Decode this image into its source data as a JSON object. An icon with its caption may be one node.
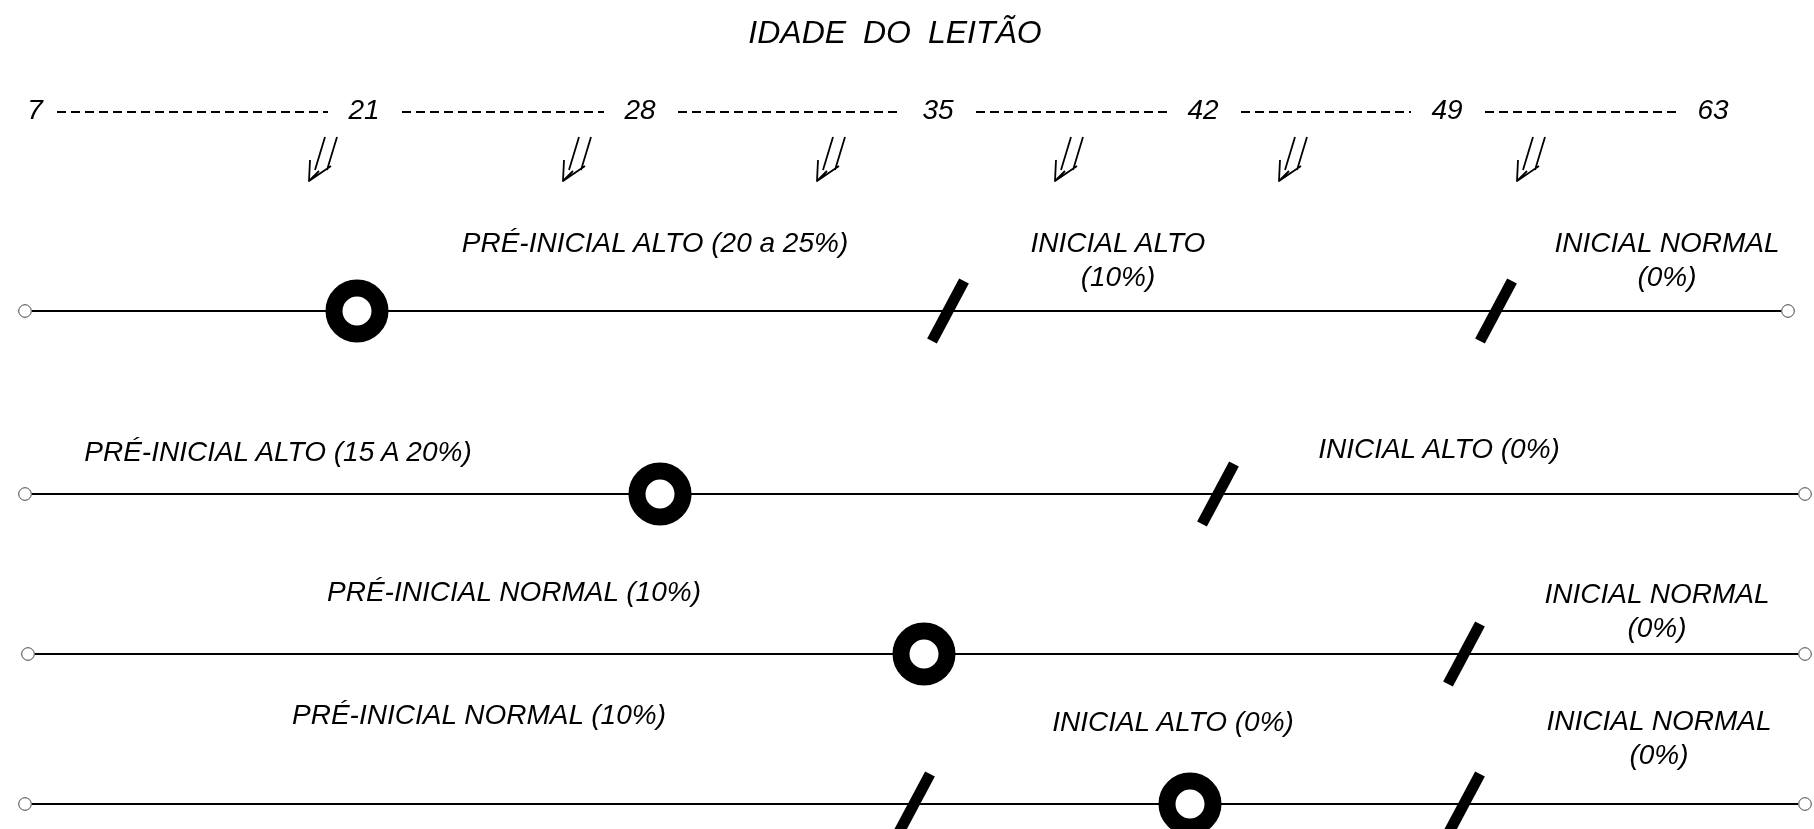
{
  "diagram": {
    "title": "IDADE DO LEITÃO",
    "nodes": [
      {
        "text": [],
        "shape": "circle"
      },
      {
        "text": [],
        "shape": "circle"
      },
      {
        "text": [],
        "shape": "circle"
      },
      {
        "text": [],
        "shape": "circle"
      },
      {
        "text": [],
        "shape": "circle"
      },
      {
        "text": [],
        "shape": "circle"
      },
      {
        "text": [],
        "shape": "circle"
      },
      {
        "text": [],
        "shape": "circle"
      }
    ],
    "edges": [
      {
        "from": 0,
        "to": 1,
        "arrow": "none"
      },
      {
        "from": 2,
        "to": 3,
        "arrow": "none"
      },
      {
        "from": 4,
        "to": 5,
        "arrow": "none"
      },
      {
        "from": 6,
        "to": 7,
        "arrow": "none"
      }
    ],
    "labels": [
      "7",
      "21",
      "28",
      "35",
      "42",
      "49",
      "63",
      "PRÉ-INICIAL ALTO (20 a 25%)",
      "INICIAL ALTO (10%)",
      "INICIAL NORMAL (0%)",
      "PRÉ-INICIAL ALTO (15 A 20%)",
      "INICIAL ALTO (0%)",
      "PRÉ-INICIAL NORMAL (10%)",
      "INICIAL NORMAL (0%)",
      "PRÉ-INICIAL NORMAL (10%)",
      "INICIAL ALTO (0%)",
      "INICIAL NORMAL (0%)"
    ]
  }
}
